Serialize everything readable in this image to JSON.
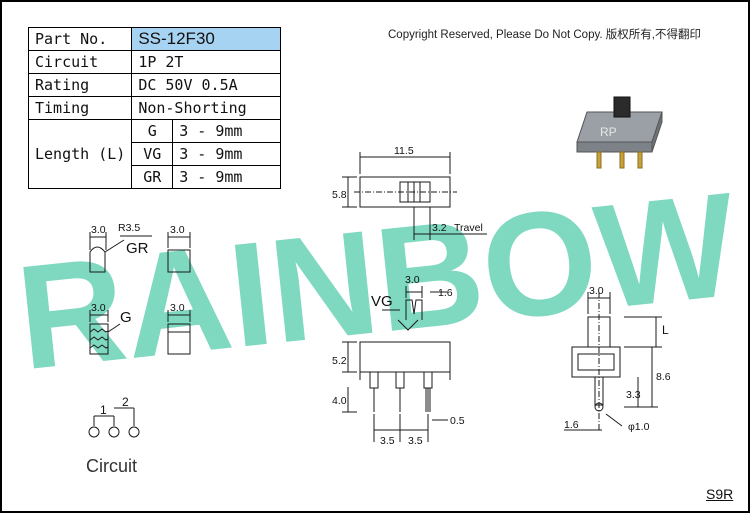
{
  "spec_table": {
    "part_no_label": "Part No.",
    "part_no": "SS-12F30",
    "circuit_label": "Circuit",
    "circuit": "1P 2T",
    "rating_label": "Rating",
    "rating": "DC 50V 0.5A",
    "timing_label": "Timing",
    "timing": "Non-Shorting",
    "length_label": "Length (L)",
    "lengths": [
      {
        "type": "G",
        "range": "3 - 9mm"
      },
      {
        "type": "VG",
        "range": "3 - 9mm"
      },
      {
        "type": "GR",
        "range": "3 - 9mm"
      }
    ]
  },
  "copyright": "Copyright Reserved, Please Do Not Copy. 版权所有,不得翻印",
  "watermark": "RAINBOW",
  "photo_label": "RP",
  "dims": {
    "top_width": "11.5",
    "top_height": "5.8",
    "travel": "3.2",
    "travel_label": "Travel",
    "gr_width": "3.0",
    "gr_radius": "R3.5",
    "gr_label": "GR",
    "gr_side_width": "3.0",
    "g_width": "3.0",
    "g_label": "G",
    "g_side_width": "3.0",
    "vg_width": "3.0",
    "vg_label": "VG",
    "vg_gap": "1.6",
    "body_height": "5.2",
    "pin_length": "4.0",
    "pin_width": "0.5",
    "pitch_left": "3.5",
    "pitch_right": "3.5",
    "side_width": "3.0",
    "side_L": "L",
    "side_height": "8.6",
    "side_mount": "3.3",
    "side_offset": "1.6",
    "side_hole": "φ1.0"
  },
  "circuit": {
    "pin1": "1",
    "pin2": "2",
    "caption": "Circuit"
  },
  "drawing_code": "S9R",
  "colors": {
    "watermark": "#7fd8c0",
    "part_no_bg": "#a7d3f2",
    "line": "#1a1a1a"
  }
}
